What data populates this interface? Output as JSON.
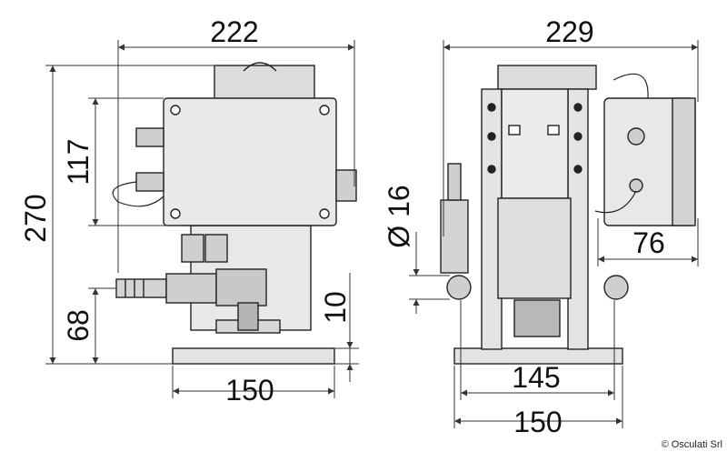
{
  "dimensions": {
    "left_width": "222",
    "right_width": "229",
    "height_total": "270",
    "box_height": "117",
    "diameter": "Ø 16",
    "inlet_height": "68",
    "offset": "10",
    "left_base": "150",
    "right_base_inner": "145",
    "right_base_outer": "150",
    "right_offset": "76"
  },
  "copyright": "© Osculati Srl",
  "colors": {
    "line": "#222222",
    "fill_light": "#e3e3e3",
    "fill_mid": "#cfcfcf",
    "fill_dark": "#9a9a9a",
    "dim_line": "#333333"
  }
}
